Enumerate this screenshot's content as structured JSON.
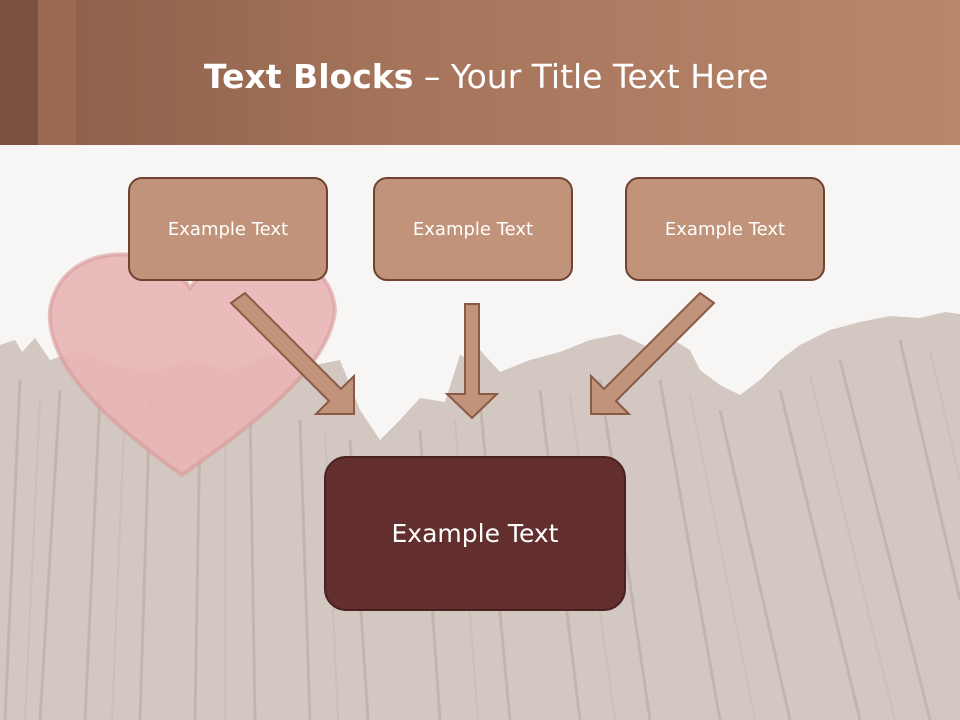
{
  "slide": {
    "title_bold": "Text Blocks",
    "title_separator": " – ",
    "title_rest": "Your Title Text Here"
  },
  "blocks": {
    "top": [
      {
        "label": "Example Text"
      },
      {
        "label": "Example Text"
      },
      {
        "label": "Example Text"
      }
    ],
    "bottom": {
      "label": "Example Text"
    }
  },
  "colors": {
    "header": "#a7755c",
    "block_fill": "#c0937a",
    "block_border": "#6e4331",
    "main_block_fill": "#632e2e",
    "arrow_fill": "#c0937a"
  },
  "icons": {
    "background": "heart-on-wood-image",
    "connectors": "down-arrow-icon"
  }
}
